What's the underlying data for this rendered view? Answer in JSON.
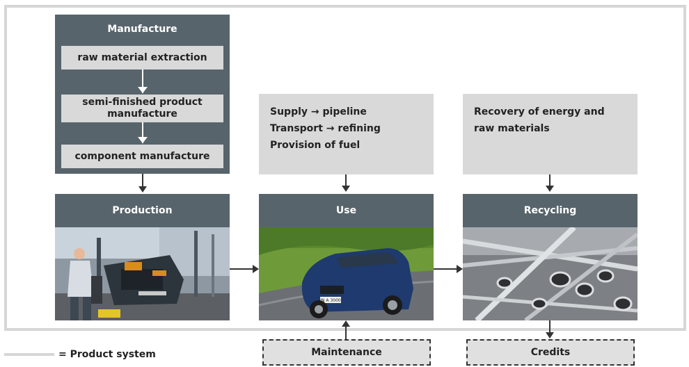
{
  "manufacture": {
    "title": "Manufacture",
    "steps": [
      "raw material extraction",
      "semi-finished product manufacture",
      "component manufacture"
    ]
  },
  "use_inputs": [
    "Supply → pipeline",
    "Transport → refining",
    "Provision of fuel"
  ],
  "recycling_inputs": [
    "Recovery of energy and raw materials"
  ],
  "stages": {
    "production": "Production",
    "use": "Use",
    "recycling": "Recycling"
  },
  "maintenance": "Maintenance",
  "credits": "Credits",
  "car_plate": "IN A 3000",
  "legend": {
    "product_system": "= Product system"
  },
  "colors": {
    "dark_box": "#58646b",
    "light_box": "#d9d9d9",
    "frame": "#d6d6d6"
  }
}
